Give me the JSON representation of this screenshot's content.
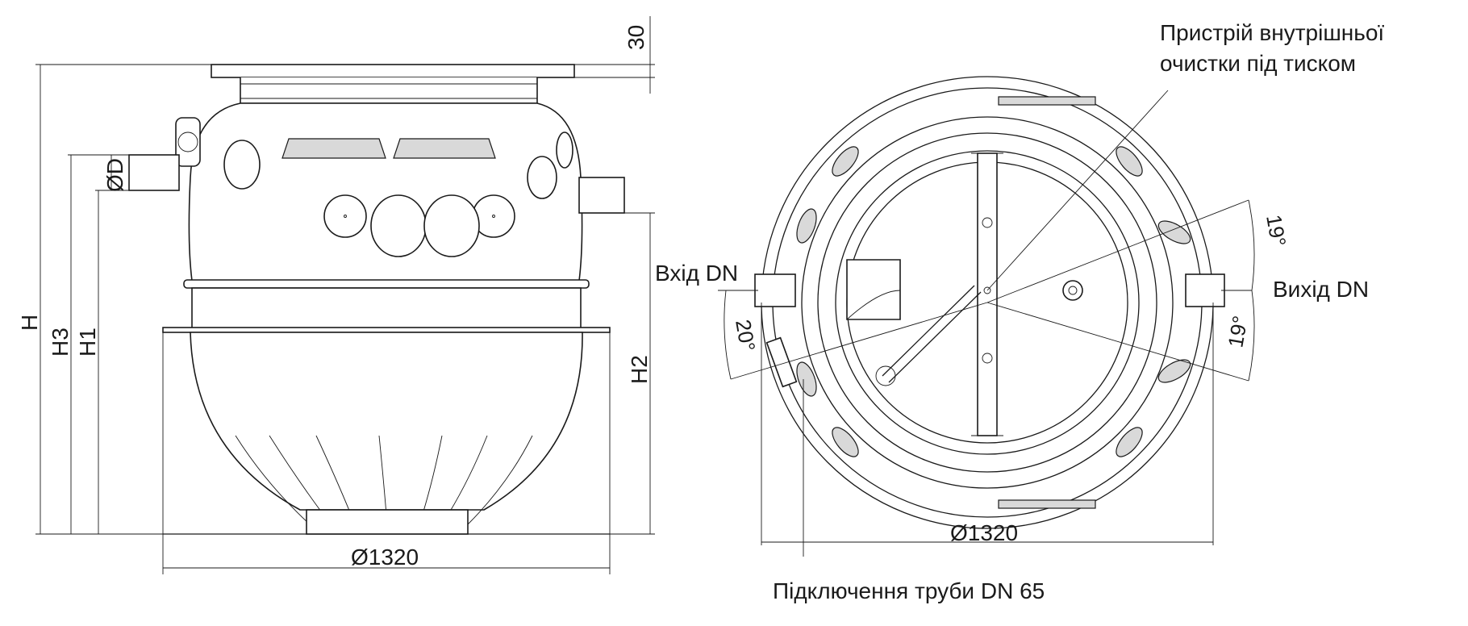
{
  "side_view": {
    "dim_top": "30",
    "dim_h": "H",
    "dim_h3": "H3",
    "dim_h1": "H1",
    "dim_h2": "H2",
    "dim_d": "ØD",
    "dim_diameter": "Ø1320"
  },
  "top_view": {
    "callout_device_line1": "Пристрій внутрішньої",
    "callout_device_line2": "очистки під тиском",
    "inlet_label": "Вхід DN",
    "outlet_label": "Вихід DN",
    "angle_inlet": "20°",
    "angle_outlet_top": "19°",
    "angle_outlet_bottom": "19°",
    "dim_diameter": "Ø1320",
    "callout_pipe": "Підключення труби DN 65"
  },
  "colors": {
    "line": "#1a1a1a",
    "fill_grey": "#d9d9d9",
    "background": "#ffffff"
  }
}
